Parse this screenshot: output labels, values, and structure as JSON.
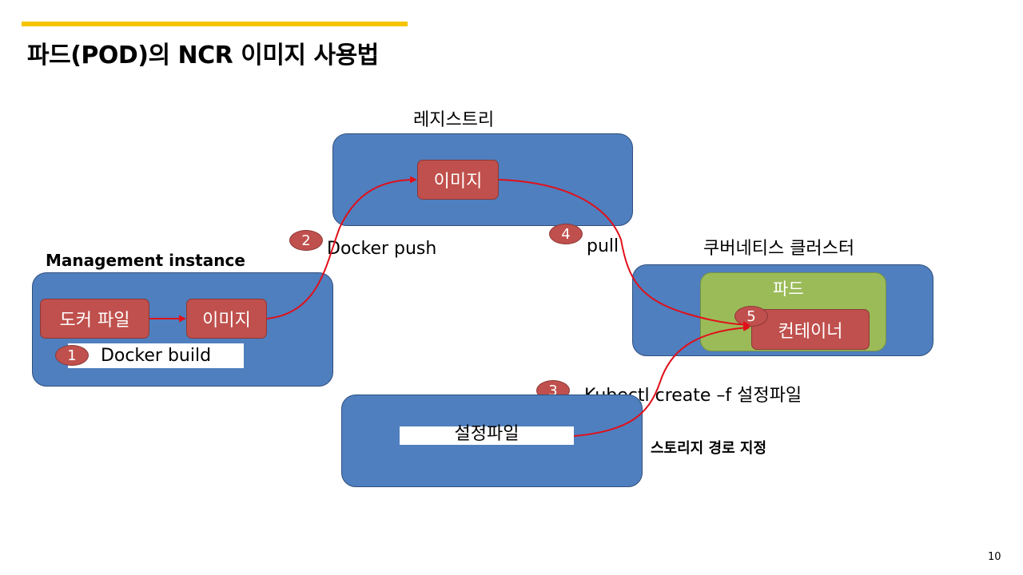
{
  "slide": {
    "title": "파드(POD)의 NCR 이미지 사용법",
    "page_number": "10",
    "accent_color": "#f5c400"
  },
  "registry": {
    "label": "레지스트리",
    "image_label": "이미지"
  },
  "management": {
    "label": "Management instance",
    "dockerfile_label": "도커 파일",
    "image_label": "이미지",
    "build_step": "1",
    "build_label": "Docker build"
  },
  "steps": {
    "push_step": "2",
    "push_label": "Docker push",
    "pull_step": "4",
    "pull_label": "pull",
    "create_step": "3",
    "create_label": "Kubectl create –f 설정파일",
    "run_step": "5"
  },
  "cluster": {
    "label": "쿠버네티스 클러스터",
    "pod_label": "파드",
    "container_label": "컨테이너"
  },
  "storage": {
    "config_label": "설정파일",
    "storage_label": "스토리지 경로 지정"
  },
  "colors": {
    "box_blue": "#4f7fbe",
    "box_red": "#c0504d",
    "box_green": "#9bbb59",
    "arrow_red": "#e0101a"
  }
}
